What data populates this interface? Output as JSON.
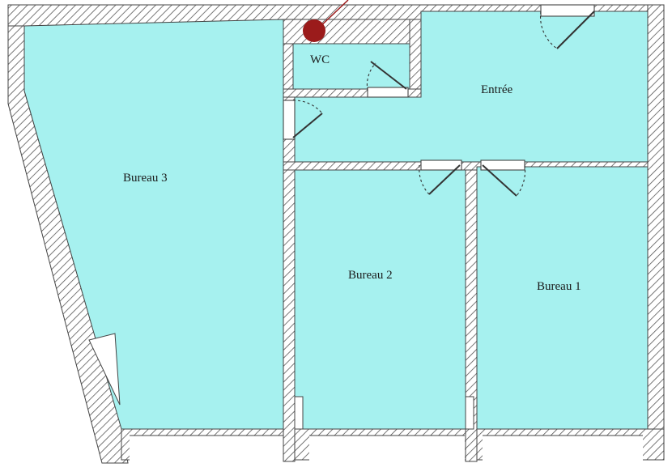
{
  "rooms": {
    "bureau3": {
      "label": "Bureau 3"
    },
    "bureau2": {
      "label": "Bureau 2"
    },
    "bureau1": {
      "label": "Bureau 1"
    },
    "wc": {
      "label": "WC"
    },
    "entree": {
      "label": "Entrée"
    }
  },
  "colors": {
    "room_fill": "#a6f1ef",
    "wall_stroke": "#444444",
    "hatch": "#555555",
    "marker": "#9b1b1b"
  }
}
